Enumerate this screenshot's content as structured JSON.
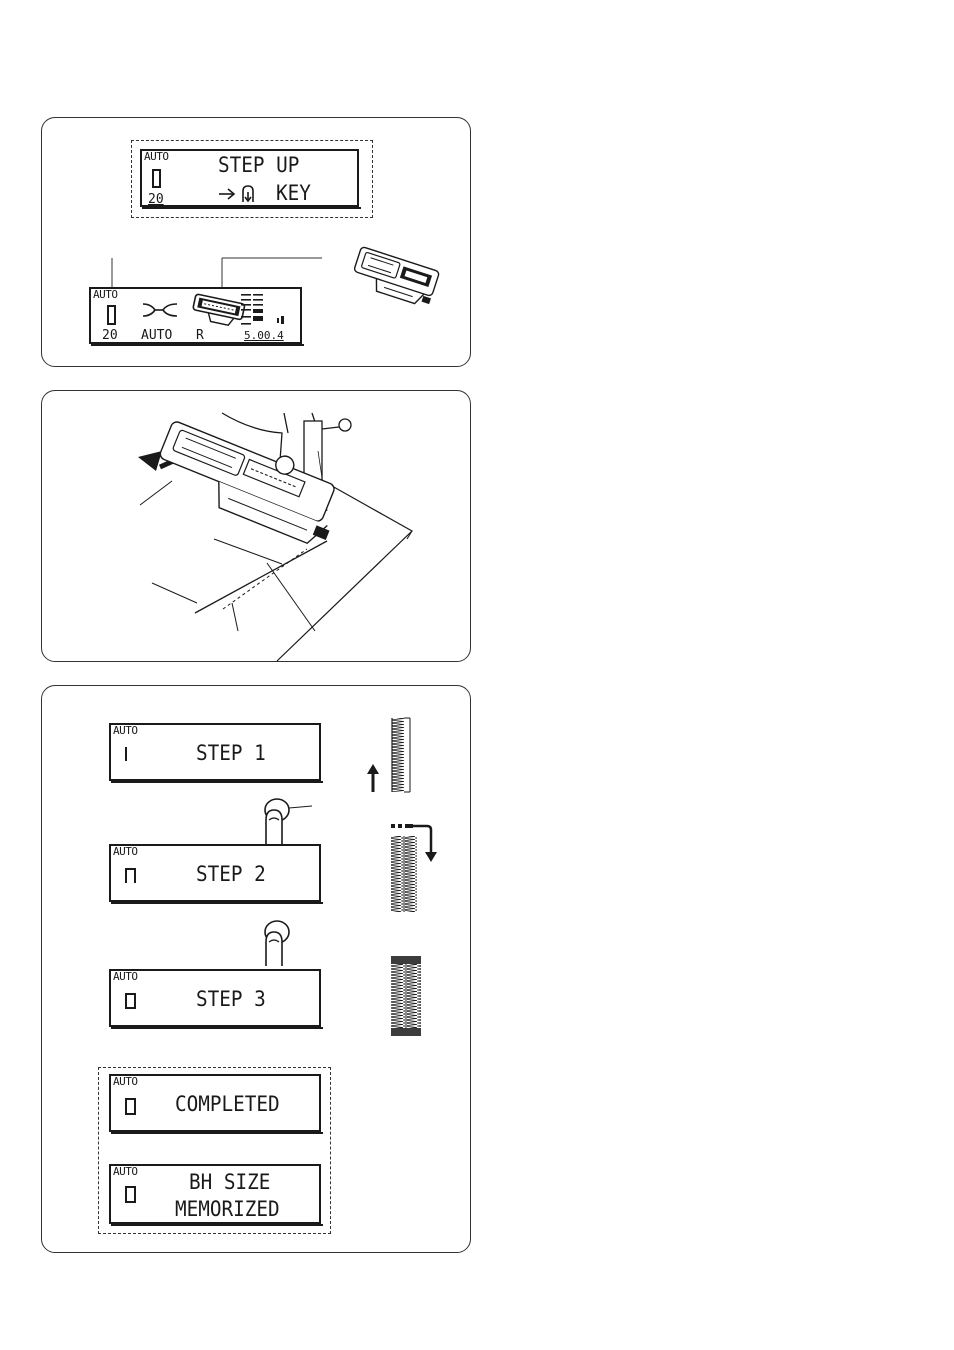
{
  "panel_a": {
    "top_lcd": {
      "mode": "AUTO",
      "size": "20",
      "line1": "STEP UP",
      "line2": "KEY"
    },
    "bottom_lcd": {
      "mode": "AUTO",
      "size": "20",
      "bottom_left": "AUTO",
      "foot_letter": "R",
      "settings": "5.00.4"
    }
  },
  "panel_c": {
    "steps": [
      {
        "mode": "AUTO",
        "label": "STEP 1"
      },
      {
        "mode": "AUTO",
        "label": "STEP 2"
      },
      {
        "mode": "AUTO",
        "label": "STEP 3"
      }
    ],
    "completed": {
      "mode": "AUTO",
      "label": "COMPLETED"
    },
    "memorized": {
      "mode": "AUTO",
      "line1": "BH SIZE",
      "line2": "MEMORIZED"
    }
  }
}
